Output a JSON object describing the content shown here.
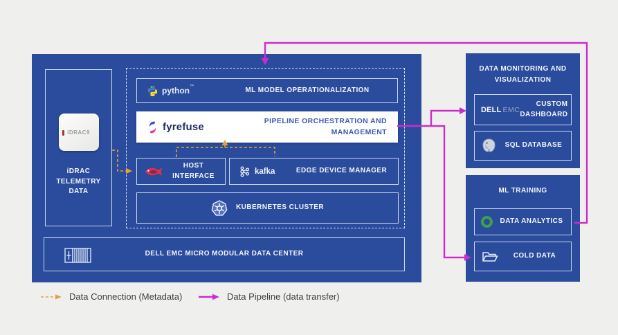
{
  "colors": {
    "background": "#efefed",
    "panel_blue": "#2b4c9d",
    "box_border": "#c9d6ec",
    "magenta": "#cb2dcc",
    "orange": "#e2a23c",
    "pipeline_text_blue": "#3c5bad",
    "legend_text": "#3f3f3f",
    "fyrefuse_navy": "#1c2d5e",
    "redfish_red": "#d5344f",
    "python_blue": "#306998",
    "python_yellow": "#ffd43b",
    "analytics_green": "#3fa04a",
    "postgres_gray": "#ccd4e2",
    "dellemc_faded": "#93a5c9"
  },
  "icons": {
    "ml_model": "python-logo-icon",
    "pipeline": "fyrefuse-logo-icon",
    "host_interface": "redfish-fish-icon",
    "edge_device": "kafka-logo-icon",
    "kubernetes": "kubernetes-helm-icon",
    "datacenter": "shipping-container-icon",
    "idrac": "idrac-chip-icon",
    "dashboard": "dellemc-logo",
    "sql": "postgresql-elephant-icon",
    "analytics": "green-ring-icon",
    "cold_data": "open-folder-icon",
    "legend_connection": "orange-dashed-arrow-icon",
    "legend_pipeline": "magenta-solid-arrow-icon"
  },
  "main_panel": {
    "idrac": {
      "device_text": "iDRAC9",
      "label": "iDRAC TELEMETRY DATA"
    },
    "ml_model": {
      "python_wordmark": "python",
      "python_tm": "™",
      "label": "ML MODEL OPERATIONALIZATION"
    },
    "pipeline": {
      "fyrefuse_wordmark": "fyrefuse",
      "label": "PIPELINE ORCHESTRATION AND MANAGEMENT"
    },
    "host_interface": {
      "label": "HOST INTERFACE"
    },
    "edge_device": {
      "kafka_wordmark": "kafka",
      "label": "EDGE DEVICE MANAGER"
    },
    "kubernetes": {
      "label": "KUBERNETES CLUSTER"
    },
    "datacenter": {
      "label": "DELL EMC MICRO MODULAR DATA CENTER"
    }
  },
  "monitoring_panel": {
    "title": "DATA MONITORING AND VISUALIZATION",
    "dashboard": {
      "brand_bold": "DELL",
      "brand_faded": "EMC",
      "label": "CUSTOM DASHBOARD"
    },
    "sql": {
      "label": "SQL DATABASE"
    }
  },
  "training_panel": {
    "title": "ML TRAINING",
    "analytics": {
      "label": "DATA ANALYTICS"
    },
    "cold_data": {
      "label": "COLD DATA"
    }
  },
  "legend": {
    "connection": "Data Connection (Metadata)",
    "pipeline": "Data Pipeline (data transfer)"
  }
}
